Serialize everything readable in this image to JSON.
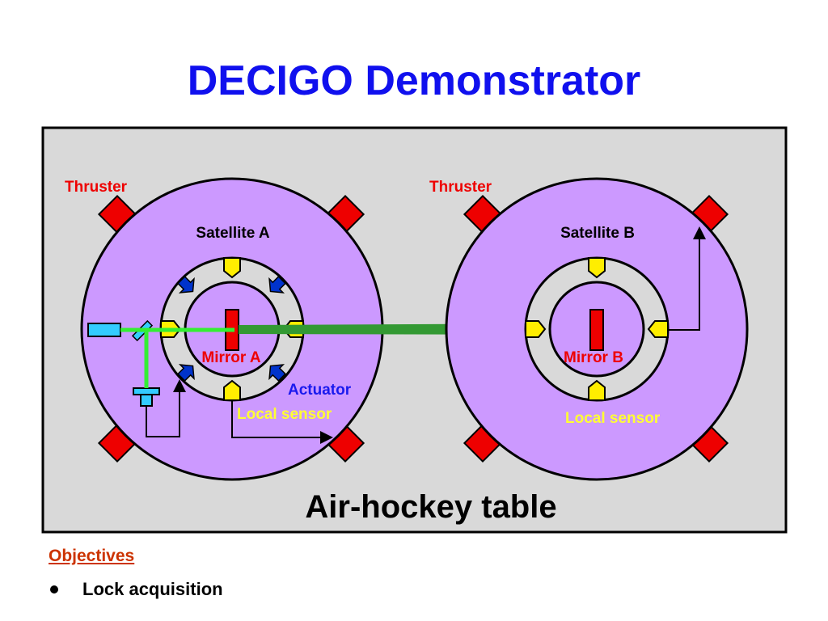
{
  "slide": {
    "title": "DECIGO Demonstrator"
  },
  "diagram": {
    "table_label": "Air-hockey table",
    "satellite_a": {
      "label": "Satellite A",
      "thruster_label": "Thruster",
      "mirror_label": "Mirror A",
      "actuator_label": "Actuator",
      "local_sensor_label": "Local sensor"
    },
    "satellite_b": {
      "label": "Satellite B",
      "thruster_label": "Thruster",
      "mirror_label": "Mirror B",
      "local_sensor_label": "Local sensor"
    },
    "colors": {
      "table_fill": "#d9d9d9",
      "satellite_fill": "#cc99ff",
      "ring_fill": "#d9d9d9",
      "thruster": "#ee0000",
      "mirror": "#ee0000",
      "sensor": "#ffee00",
      "actuator": "#0033cc",
      "laser": "#33ee33",
      "beam": "#339933",
      "laser_source": "#33ccff",
      "title": "#1010ee",
      "red_label": "#ee0000",
      "yellow_label": "#ffff33",
      "blue_label": "#1a1aee"
    }
  },
  "objectives": {
    "heading": "Objectives",
    "items": [
      "Lock acquisition"
    ]
  }
}
